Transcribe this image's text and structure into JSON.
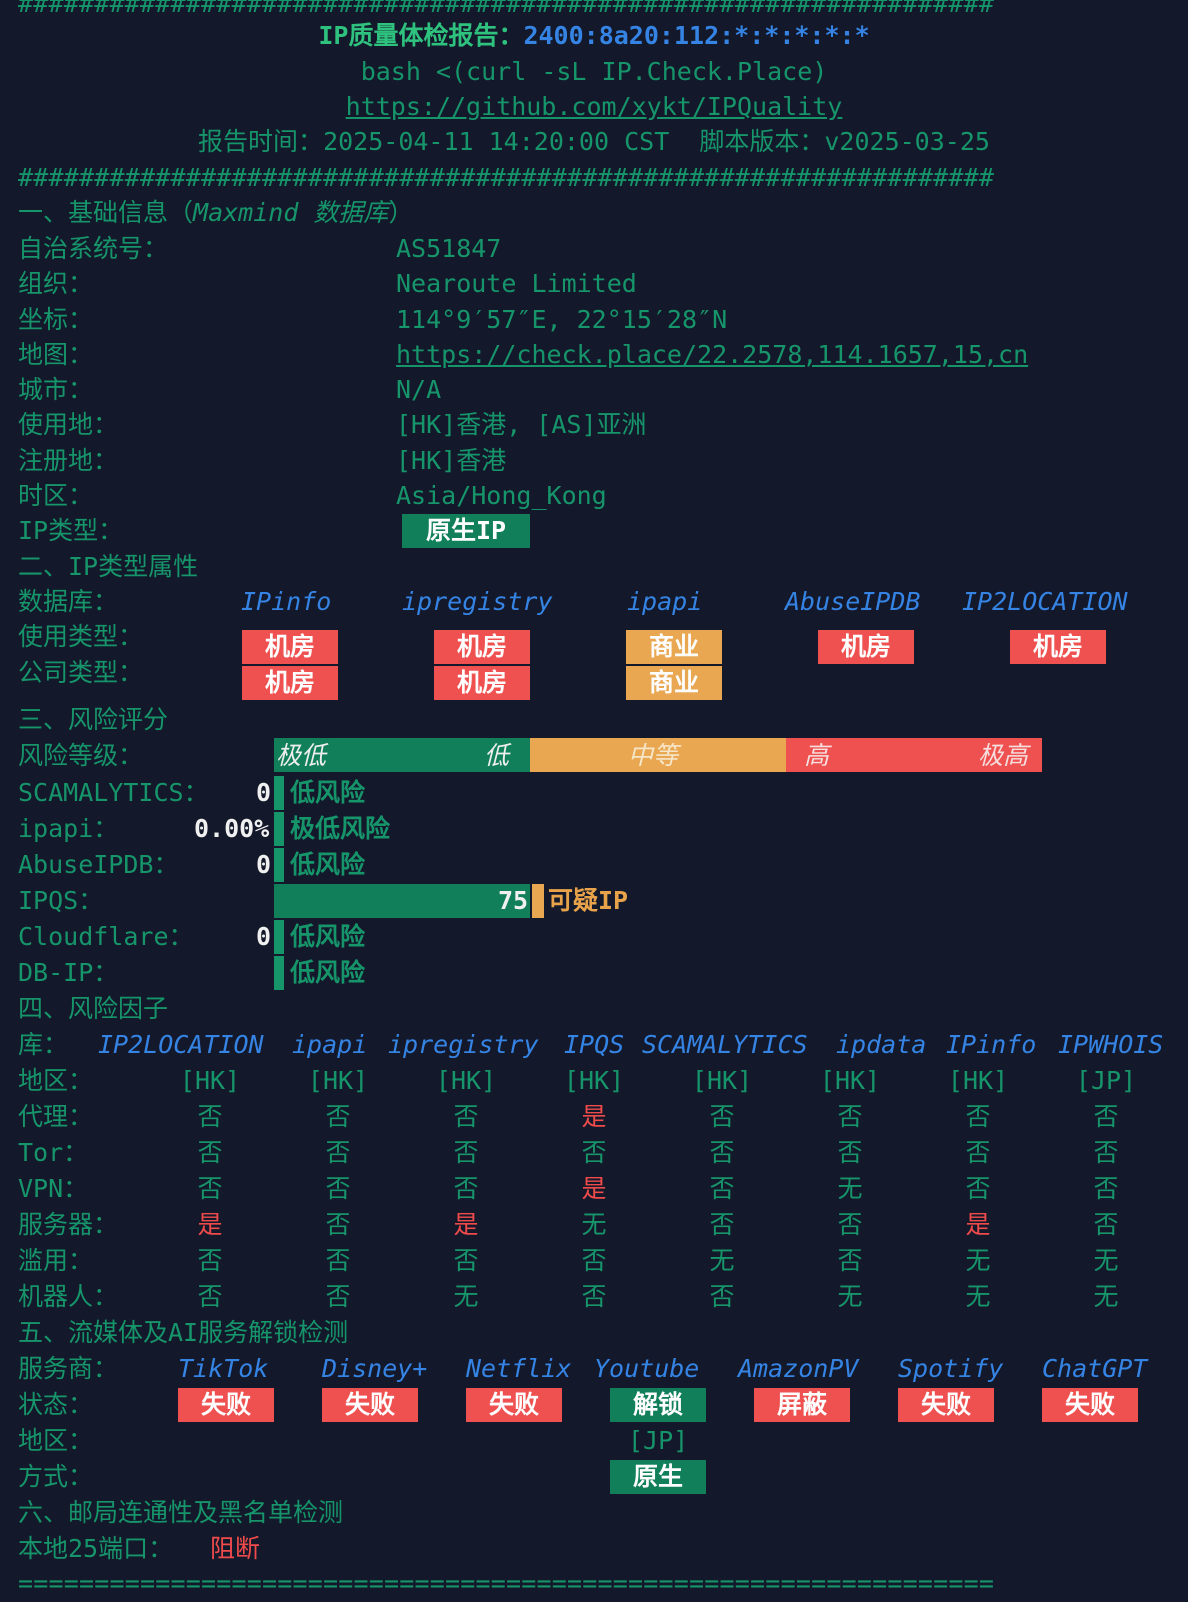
{
  "header": {
    "hash_line": "################################################################",
    "title_label": "IP质量体检报告：",
    "ip": "2400:8a20:112:*:*:*:*:*",
    "command": "bash <(curl -sL IP.Check.Place)",
    "repo_url": "https://github.com/xykt/IPQuality",
    "report_time_label": "报告时间：",
    "report_time": "2025-04-11 14:20:00 CST",
    "script_version_label": "脚本版本：",
    "script_version": "v2025-03-25"
  },
  "basic": {
    "section_title_prefix": "一、基础信息（",
    "section_title_source": "Maxmind 数据库",
    "section_title_suffix": "）",
    "rows": [
      {
        "label": "自治系统号：",
        "value": "AS51847"
      },
      {
        "label": "组织：",
        "value": "Nearoute Limited"
      },
      {
        "label": "坐标：",
        "value": "114°9′57″E, 22°15′28″N"
      },
      {
        "label": "地图：",
        "value": "https://check.place/22.2578,114.1657,15,cn"
      },
      {
        "label": "城市：",
        "value": "N/A"
      },
      {
        "label": "使用地：",
        "value": "[HK]香港, [AS]亚洲"
      },
      {
        "label": "注册地：",
        "value": "[HK]香港"
      },
      {
        "label": "时区：",
        "value": "Asia/Hong_Kong"
      }
    ],
    "ip_type_label": "IP类型：",
    "ip_type_value": "原生IP"
  },
  "ip_type": {
    "section_title": "二、IP类型属性",
    "db_label": "数据库：",
    "databases": [
      "IPinfo",
      "ipregistry",
      "ipapi",
      "AbuseIPDB",
      "IP2LOCATION"
    ],
    "usage_label": "使用类型：",
    "usage": [
      "机房",
      "机房",
      "商业",
      "机房",
      "机房"
    ],
    "company_label": "公司类型：",
    "company": [
      "机房",
      "机房",
      "商业"
    ]
  },
  "risk_score": {
    "section_title": "三、风险评分",
    "level_label": "风险等级：",
    "scale": [
      "极低",
      "低",
      "中等",
      "高",
      "极高"
    ],
    "rows": [
      {
        "label": "SCAMALYTICS：",
        "score": "0",
        "text": "低风险"
      },
      {
        "label": "ipapi：",
        "score": "0.00%",
        "text": "极低风险"
      },
      {
        "label": "AbuseIPDB：",
        "score": "0",
        "text": "低风险"
      },
      {
        "label": "IPQS：",
        "score": "75",
        "text": "可疑IP",
        "fill": 0.75
      },
      {
        "label": "Cloudflare：",
        "score": "0",
        "text": "低风险"
      },
      {
        "label": "DB-IP：",
        "score": "",
        "text": "低风险"
      }
    ]
  },
  "risk_factors": {
    "section_title": "四、风险因子",
    "db_label": "库：",
    "dbs": [
      "IP2LOCATION",
      "ipapi",
      "ipregistry",
      "IPQS",
      "SCAMALYTICS",
      "ipdata",
      "IPinfo",
      "IPWHOIS"
    ],
    "region_label": "地区：",
    "regions": [
      "[HK]",
      "[HK]",
      "[HK]",
      "[HK]",
      "[HK]",
      "[HK]",
      "[HK]",
      "[JP]"
    ],
    "rows": [
      {
        "label": "代理：",
        "values": [
          "否",
          "否",
          "否",
          "是",
          "否",
          "否",
          "否",
          "否"
        ]
      },
      {
        "label": "Tor：",
        "values": [
          "否",
          "否",
          "否",
          "否",
          "否",
          "否",
          "否",
          "否"
        ]
      },
      {
        "label": "VPN：",
        "values": [
          "否",
          "否",
          "否",
          "是",
          "否",
          "无",
          "否",
          "否"
        ]
      },
      {
        "label": "服务器：",
        "values": [
          "是",
          "否",
          "是",
          "无",
          "否",
          "否",
          "是",
          "否"
        ]
      },
      {
        "label": "滥用：",
        "values": [
          "否",
          "否",
          "否",
          "否",
          "无",
          "否",
          "无",
          "无"
        ]
      },
      {
        "label": "机器人：",
        "values": [
          "否",
          "否",
          "无",
          "否",
          "否",
          "无",
          "无",
          "无"
        ]
      }
    ]
  },
  "streaming": {
    "section_title": "五、流媒体及AI服务解锁检测",
    "provider_label": "服务商：",
    "providers": [
      "TikTok",
      "Disney+",
      "Netflix",
      "Youtube",
      "AmazonPV",
      "Spotify",
      "ChatGPT"
    ],
    "status_label": "状态：",
    "status": [
      "失败",
      "失败",
      "失败",
      "解锁",
      "屏蔽",
      "失败",
      "失败"
    ],
    "region_label": "地区：",
    "youtube_region": "[JP]",
    "method_label": "方式：",
    "youtube_method": "原生"
  },
  "mail": {
    "section_title": "六、邮局连通性及黑名单检测",
    "port_label": "本地25端口：",
    "port_status": "阻断"
  },
  "footer": {
    "eq_line": "================================================================"
  },
  "colors": {
    "background": "#13182b",
    "green": "#17956a",
    "red": "#ef5050",
    "orange": "#e9a752",
    "blue": "#3584e4"
  }
}
